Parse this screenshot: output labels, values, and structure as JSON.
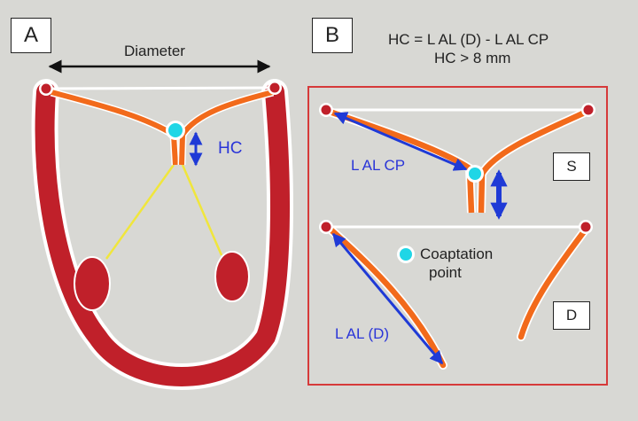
{
  "panels": {
    "a_label": "A",
    "b_label": "B"
  },
  "panel_a": {
    "diameter_label": "Diameter",
    "hc_label": "HC"
  },
  "panel_b": {
    "formula_line1": "HC = L AL (D) - L AL CP",
    "formula_line2": "HC > 8 mm",
    "systole_label": "S",
    "diastole_label": "D",
    "lal_cp_label": "L AL CP",
    "lal_d_label": "L AL (D)",
    "coaptation_line1": "Coaptation",
    "coaptation_line2": "point"
  },
  "colors": {
    "background": "#d8d8d4",
    "myocardium": "#c0202a",
    "leaflet": "#f26a1b",
    "chordae": "#f0e63c",
    "annulus": "#ffffff",
    "coaptation": "#1fd6e6",
    "arrow_blue": "#1f3ad6",
    "frame_red": "#d63a3a",
    "text_blue": "#2a35d8",
    "text_dark": "#222222"
  }
}
